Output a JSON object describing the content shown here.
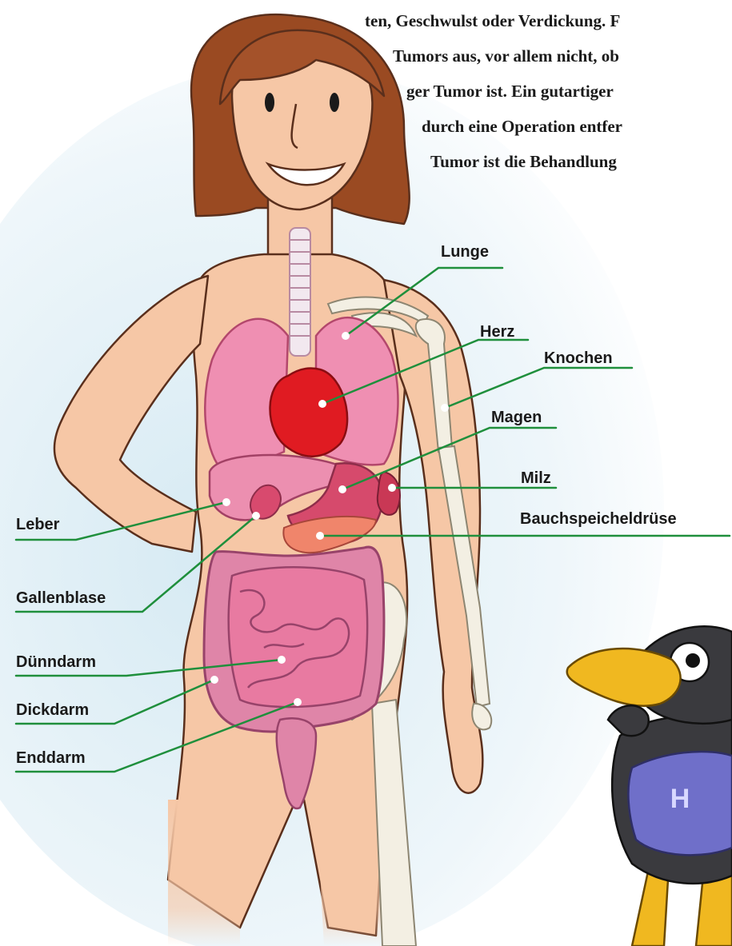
{
  "intro_text": [
    "ten, Geschwulst oder Verdickung. F",
    "Tumors aus, vor allem nicht, ob",
    "ger Tumor ist. Ein gutartiger",
    "durch eine Operation entfer",
    "Tumor ist die Behandlung"
  ],
  "labels": {
    "lunge": "Lunge",
    "herz": "Herz",
    "knochen": "Knochen",
    "magen": "Magen",
    "milz": "Milz",
    "bauchspeicheldruese": "Bauchspeicheldrüse",
    "leber": "Leber",
    "gallenblase": "Gallenblase",
    "duenndarm": "Dünndarm",
    "dickdarm": "Dickdarm",
    "enddarm": "Enddarm"
  },
  "mascot": {
    "shirt_letter": "H"
  },
  "colors": {
    "leader_line": "#1f8f3c",
    "skin": "#f6c7a6",
    "hair": "#9a4a22",
    "lung": "#ef8fb2",
    "heart": "#e01b22",
    "organ": "#d8567a",
    "bone": "#f3efe3",
    "mascot_shirt": "#6f6fc9",
    "mascot_beak": "#f0b820"
  }
}
